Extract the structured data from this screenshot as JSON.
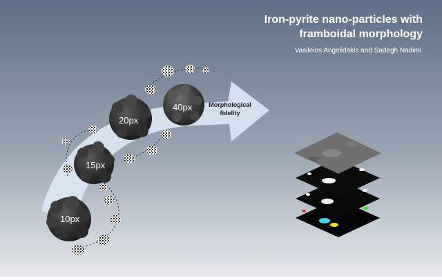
{
  "title_line1": "Iron-pyrite nano-particles with",
  "title_line2": "framboidal morphology",
  "authors": "Vasileios Angelidakis and Sadegh Nadimi",
  "particles": [
    {
      "label": "10px"
    },
    {
      "label": "15px"
    },
    {
      "label": "20px"
    },
    {
      "label": "40px"
    }
  ],
  "arrow_text_line1": "Morphological",
  "arrow_text_line2": "fidelity",
  "colors": {
    "background_top": "#5c6f86",
    "background_bottom": "#e3e6eb",
    "arrow": "#dde8f6",
    "particle": "#2e2e2e",
    "title_text": "#ffffff"
  }
}
